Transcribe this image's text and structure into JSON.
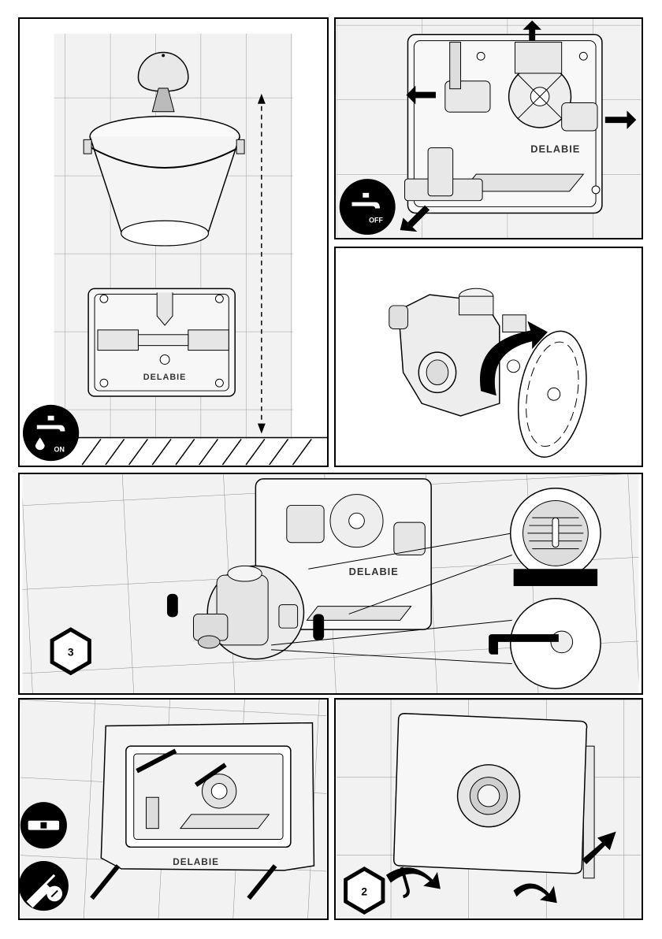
{
  "brand": {
    "panel1_label": "DELABIE",
    "panel2_label": "DELABIE",
    "panel4_label": "DELABIE",
    "panel5_label": "DELABIE"
  },
  "badges": {
    "water_on": "ON",
    "water_off": "OFF",
    "step_3": "3",
    "step_2": "2"
  },
  "icons": {
    "tap_on": "tap-water-on-icon",
    "tap_off": "tap-water-off-icon",
    "level": "spirit-level-icon",
    "screwdriver": "screwdriver-icon",
    "hex_key_3": "hex-key-3mm-icon",
    "hex_key_2": "hex-key-2mm-icon"
  },
  "colors": {
    "line": "#000000",
    "tile_light": "#f2f2f2",
    "tile_dark": "#d9d9d9",
    "metal": "#e6e6e6"
  }
}
